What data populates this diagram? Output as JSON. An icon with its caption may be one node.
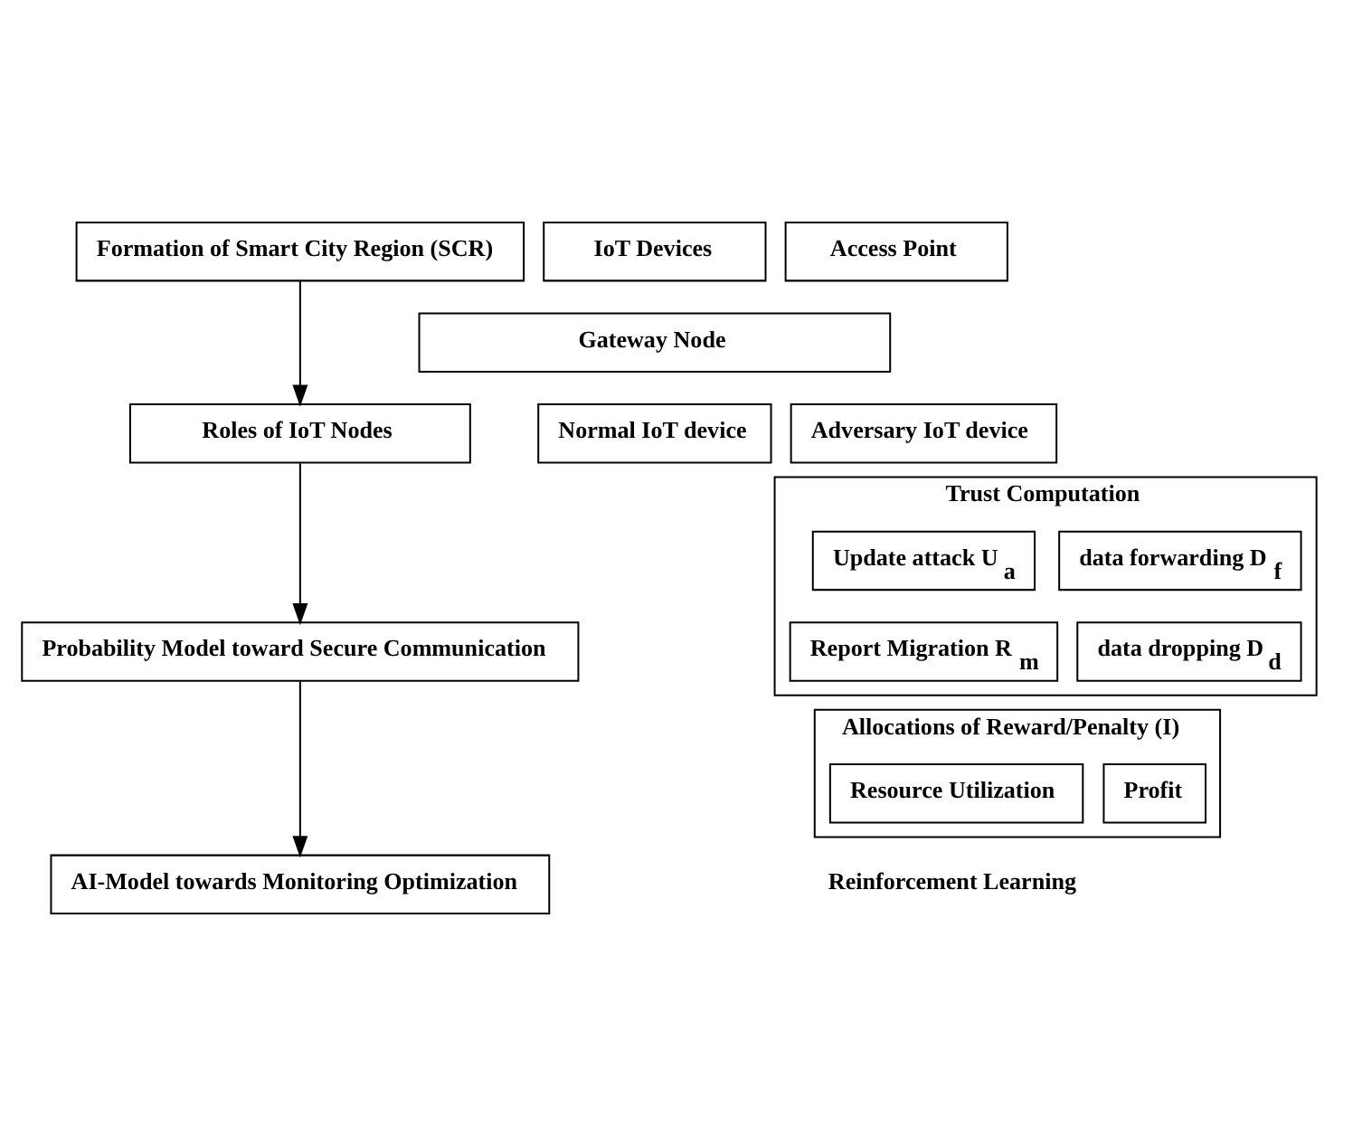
{
  "diagram": {
    "nodes": [
      {
        "text": [
          "Formation of Smart City Region (SCR)"
        ]
      },
      {
        "text": [
          "IoT Devices"
        ]
      },
      {
        "text": [
          "Access Point"
        ]
      },
      {
        "text": [
          "Gateway Node"
        ]
      },
      {
        "text": [
          "Roles of IoT Nodes"
        ]
      },
      {
        "text": [
          "Normal IoT device"
        ]
      },
      {
        "text": [
          "Adversary IoT device"
        ]
      },
      {
        "text": [
          "Probability Model toward Secure Communication"
        ]
      },
      {
        "text": [
          "Trust Computation"
        ]
      },
      {
        "text": [
          "data forwarding D$_{f}$"
        ],
        "in": 8
      },
      {
        "text": [
          "Update attack U$_{a}$"
        ],
        "in": 8
      },
      {
        "text": [
          "data dropping D$_{d}$"
        ],
        "in": 8
      },
      {
        "text": [
          "Report Migration R$_{m}$"
        ],
        "in": 8
      },
      {
        "text": [
          "Allocations of Reward/Penalty (I)"
        ]
      },
      {
        "text": [
          "Profit"
        ],
        "in": 13
      },
      {
        "text": [
          "Resource Utilization"
        ],
        "in": 13
      },
      {
        "text": [
          "AI-Model towards Monitoring Optimization"
        ]
      },
      {
        "text": [
          "Reinforcement Learning"
        ]
      }
    ],
    "edges": [
      {
        "from": 0,
        "to": 4,
        "arrow": "to"
      },
      {
        "from": 4,
        "to": 7,
        "arrow": "to"
      },
      {
        "from": 7,
        "to": 16,
        "arrow": "to"
      }
    ]
  }
}
